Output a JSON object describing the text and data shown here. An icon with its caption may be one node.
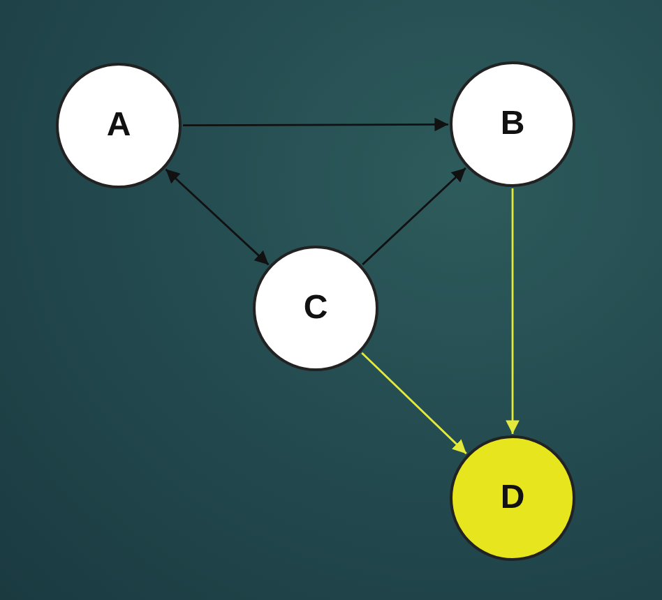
{
  "diagram": {
    "nodes": [
      {
        "text": [
          "A"
        ]
      },
      {
        "text": [
          "B"
        ]
      },
      {
        "text": [
          "C"
        ]
      },
      {
        "text": [
          "D"
        ]
      }
    ],
    "edges": [
      {
        "from": 0,
        "to": 1,
        "arrow": "to"
      },
      {
        "from": 0,
        "to": 2,
        "arrow": "both"
      },
      {
        "from": 2,
        "to": 1,
        "arrow": "to"
      },
      {
        "from": 1,
        "to": 3,
        "arrow": "to",
        "color": "#e3ea3c"
      },
      {
        "from": 2,
        "to": 3,
        "arrow": "to",
        "color": "#e3ea3c"
      }
    ]
  }
}
